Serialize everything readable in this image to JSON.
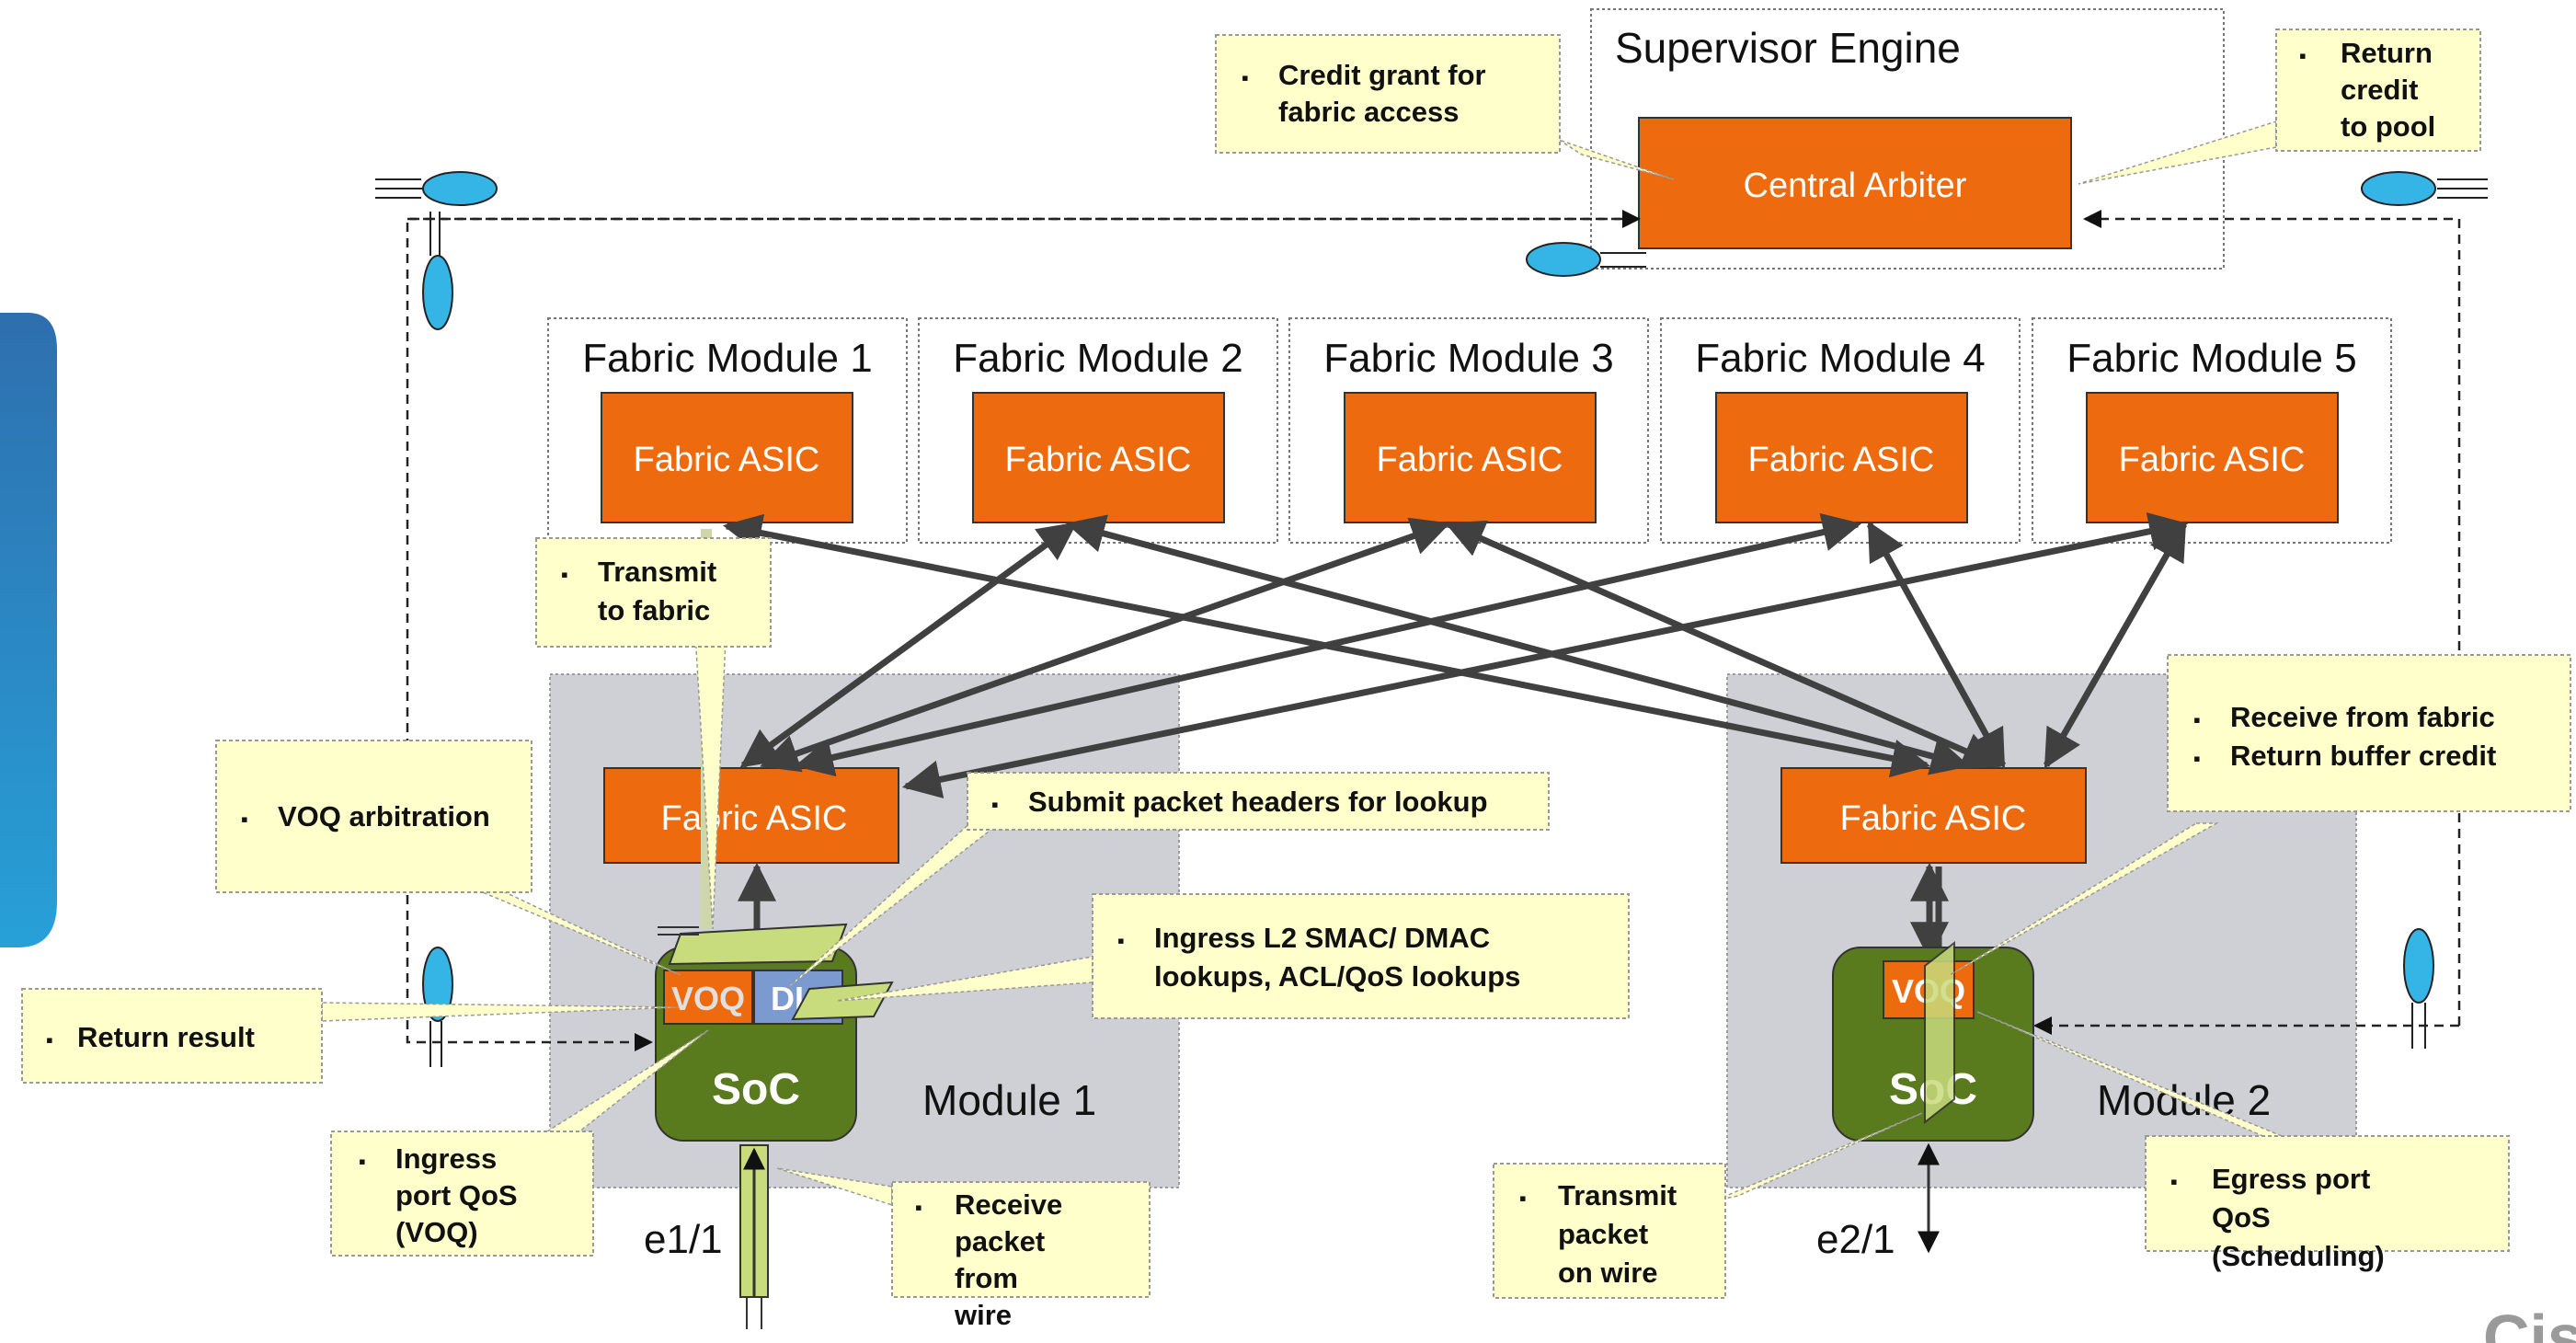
{
  "supervisor": {
    "title": "Supervisor Engine",
    "arbiter": "Central Arbiter"
  },
  "fabric_modules": [
    {
      "title": "Fabric Module 1",
      "asic": "Fabric ASIC"
    },
    {
      "title": "Fabric Module 2",
      "asic": "Fabric ASIC"
    },
    {
      "title": "Fabric Module 3",
      "asic": "Fabric ASIC"
    },
    {
      "title": "Fabric Module 4",
      "asic": "Fabric ASIC"
    },
    {
      "title": "Fabric Module 5",
      "asic": "Fabric ASIC"
    }
  ],
  "module1": {
    "label": "Module 1",
    "asic": "Fabric ASIC",
    "soc": "SoC",
    "voq": "VOQ",
    "dl": "DL",
    "port": "e1/1"
  },
  "module2": {
    "label": "Module 2",
    "asic": "Fabric ASIC",
    "soc": "SoC",
    "voq": "VOQ",
    "port": "e2/1"
  },
  "callouts": {
    "credit_grant": "Credit grant for fabric access",
    "return_credit": "Return credit to pool",
    "transmit_fabric": "Transmit to fabric",
    "voq_arbitration": "VOQ arbitration",
    "submit_headers": "Submit packet headers for lookup",
    "ingress_l2": "Ingress L2 SMAC/ DMAC lookups, ACL/QoS lookups",
    "return_result": "Return result",
    "ingress_qos": "Ingress port QoS (VOQ)",
    "receive_wire": "Receive packet from wire",
    "receive_fabric": "Receive from fabric",
    "return_buffer": "Return buffer credit",
    "transmit_wire": "Transmit packet on wire",
    "egress_qos": "Egress port QoS (Scheduling)"
  },
  "colors": {
    "orange": "#ee6a0e",
    "soc_green": "#5a7a1e",
    "callout_bg": "#ffffcc",
    "link_gray": "#404040",
    "module_bg": "#cfcfd6",
    "token_blue": "#35b4e6",
    "side_panel": "#2b7cb8"
  }
}
